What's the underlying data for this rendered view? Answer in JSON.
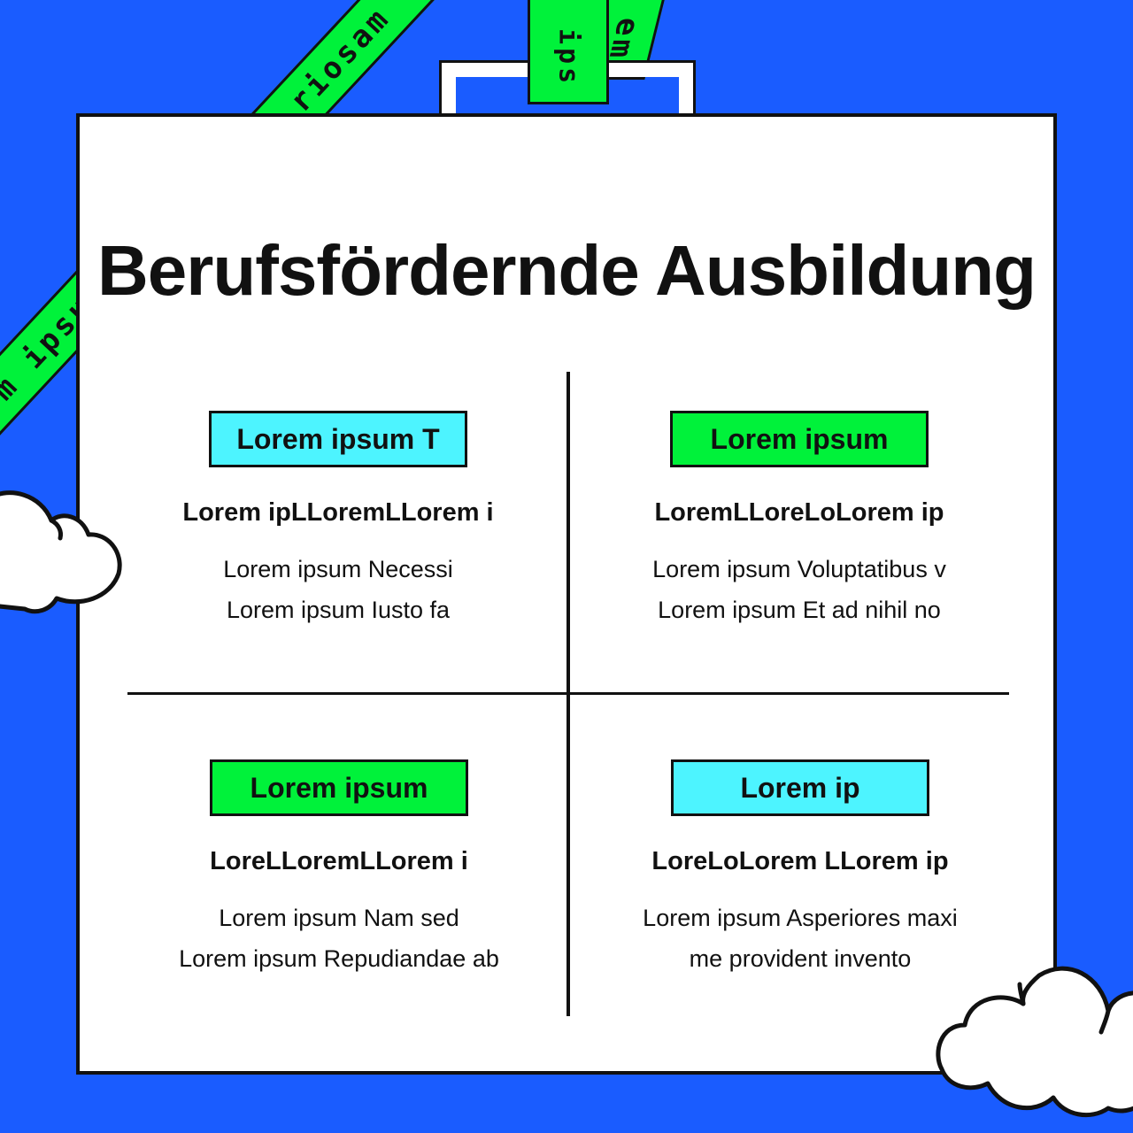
{
  "colors": {
    "background": "#1a5cff",
    "accent_green": "#00f23a",
    "accent_cyan": "#4df4ff",
    "ink": "#111111",
    "card": "#ffffff"
  },
  "ribbons": {
    "top_diagonal": "riosam q",
    "left_diagonal": "m ipsu",
    "top_vertical": "ips",
    "top_right_vertical": "em"
  },
  "title": "Berufsfördernde Ausbildung",
  "quadrants": [
    {
      "tag": "Lorem ipsum T",
      "tag_color": "cyan",
      "subtitle": "Lorem ipLLoremLLorem i",
      "lines": [
        "Lorem ipsum Necessi",
        "Lorem ipsum Iusto fa"
      ]
    },
    {
      "tag": "Lorem ipsum",
      "tag_color": "green",
      "subtitle": "LoremLLoreLoLorem ip",
      "lines": [
        "Lorem ipsum Voluptatibus v",
        "Lorem ipsum Et ad nihil no"
      ]
    },
    {
      "tag": "Lorem ipsum",
      "tag_color": "green",
      "subtitle": "LoreLLoremLLorem i",
      "lines": [
        "Lorem ipsum Nam sed",
        "Lorem ipsum Repudiandae ab"
      ]
    },
    {
      "tag": "Lorem ip",
      "tag_color": "cyan",
      "subtitle": "LoreLoLorem LLorem ip",
      "lines": [
        "Lorem ipsum Asperiores maxi",
        "me provident invento"
      ]
    }
  ],
  "icons": {
    "cloud_left": "cloud-icon",
    "cloud_right": "cloud-icon"
  }
}
